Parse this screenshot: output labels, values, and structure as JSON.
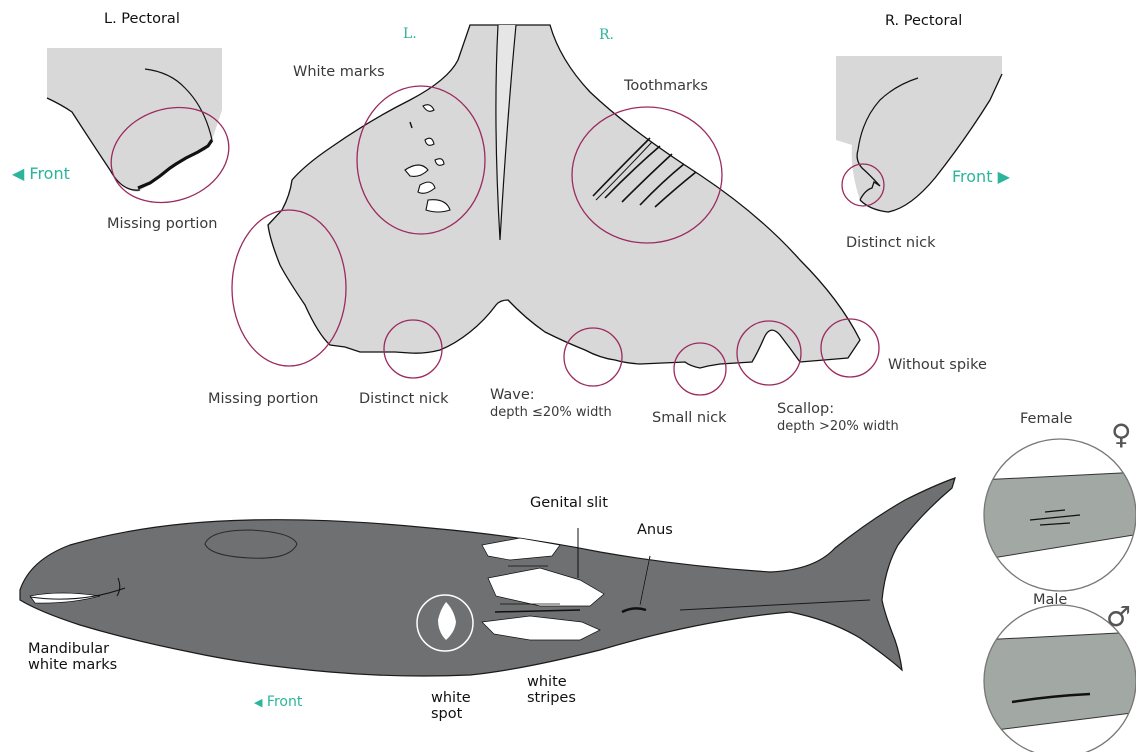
{
  "labels": {
    "l_pectoral": "L. Pectoral",
    "r_pectoral": "R. Pectoral",
    "fluke_left": "L.",
    "fluke_right": "R.",
    "white_marks": "White marks",
    "toothmarks": "Toothmarks",
    "front": "Front",
    "missing_portion": "Missing portion",
    "distinct_nick": "Distinct nick",
    "wave": "Wave:",
    "wave_desc": "depth ≤20% width",
    "small_nick": "Small nick",
    "scallop": "Scallop:",
    "scallop_desc": "depth >20% width",
    "without_spike": "Without spike",
    "female": "Female",
    "male": "Male",
    "genital_slit": "Genital slit",
    "anus": "Anus",
    "mandibular": "Mandibular\nwhite marks",
    "white_spot": "white\nspot",
    "white_stripes": "white\nstripes"
  },
  "icons": {
    "female": "♀",
    "male": "♂",
    "arrow_left": "◀",
    "arrow_right": "▶"
  },
  "colors": {
    "fluke_fill": "#d8d8d8",
    "whale_fill": "#6e7071",
    "circle_stroke": "#9b2a5e",
    "accent_teal": "#2bb59c",
    "detail_fill": "#a2a8a3"
  }
}
